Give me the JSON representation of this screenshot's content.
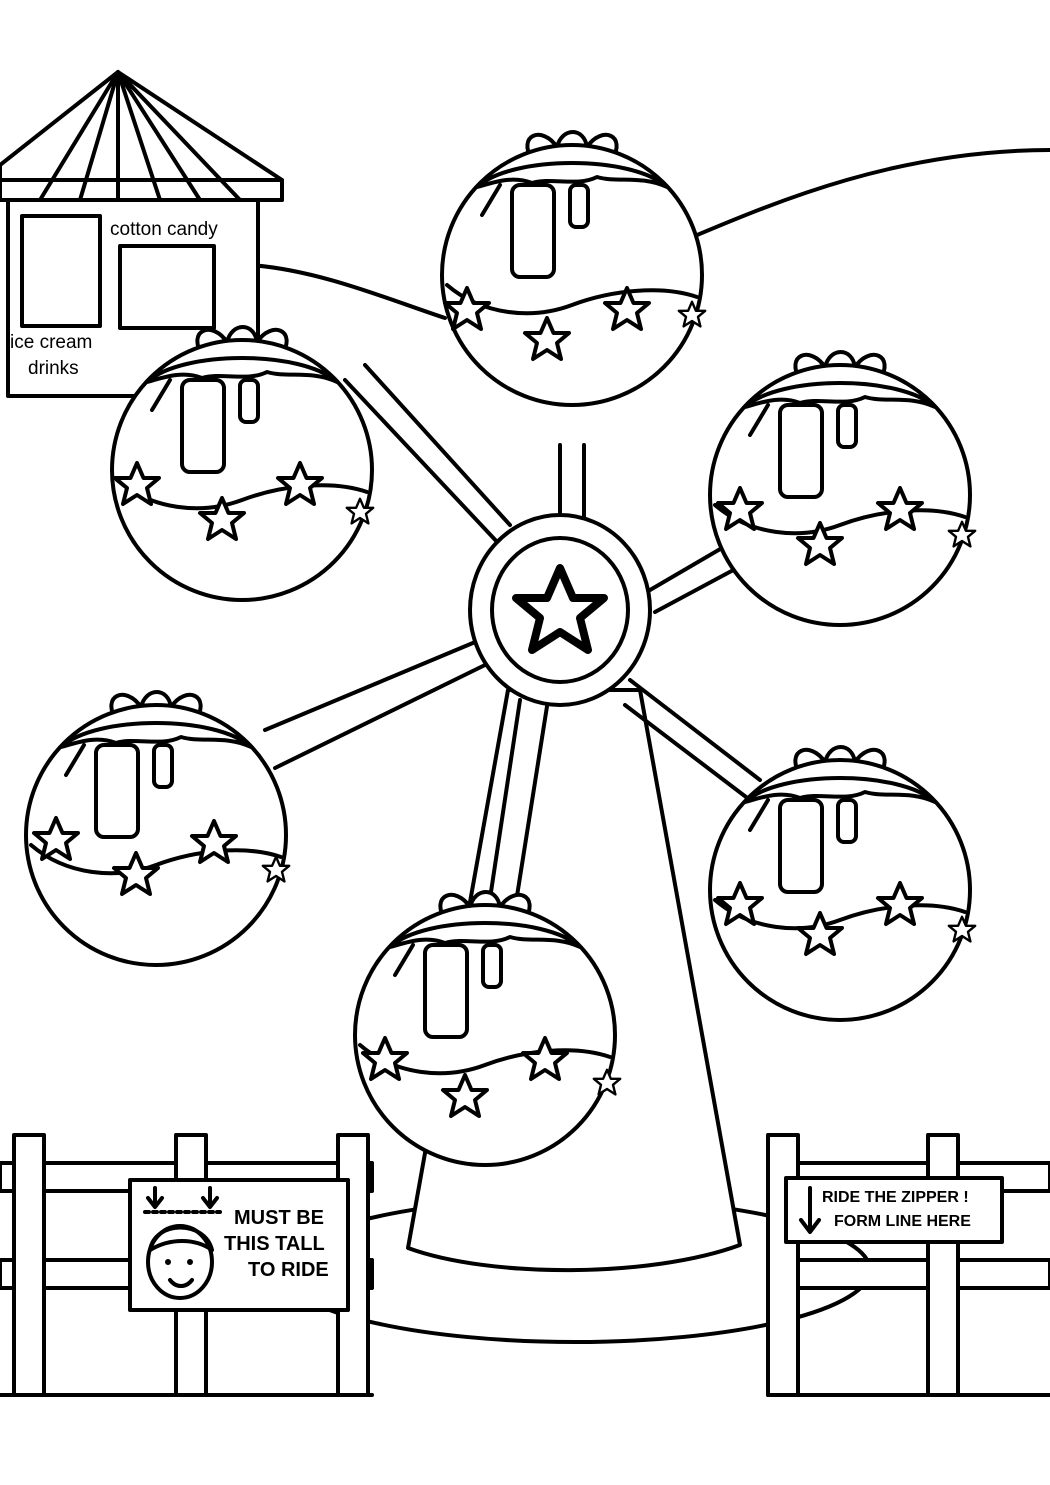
{
  "booth": {
    "label_top": "cotton candy",
    "label_left_1": "ice cream",
    "label_left_2": "drinks"
  },
  "sign_height": {
    "line1": "MUST BE",
    "line2": "THIS TALL",
    "line3": "TO RIDE"
  },
  "sign_zipper": {
    "line1": "RIDE THE ZIPPER !",
    "line2": "FORM LINE HERE"
  },
  "colors": {
    "ink": "#000000",
    "paper": "#ffffff"
  }
}
